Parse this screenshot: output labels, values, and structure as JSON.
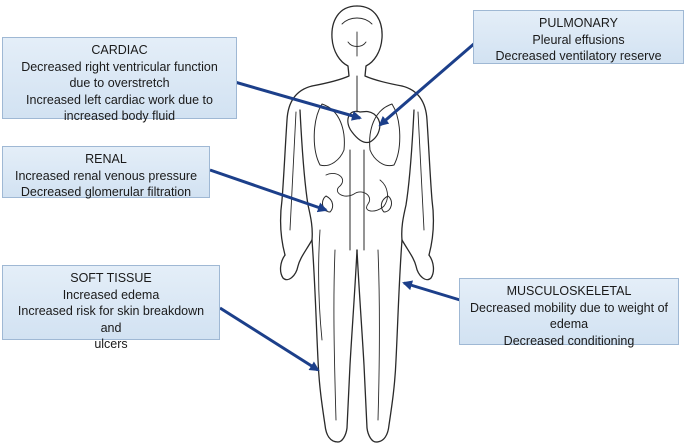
{
  "callouts": {
    "cardiac": {
      "title": "CARDIAC",
      "lines": [
        "Decreased right ventricular function",
        "due to overstretch",
        "Increased left cardiac work due to",
        "increased body fluid"
      ]
    },
    "pulmonary": {
      "title": "PULMONARY",
      "lines": [
        "Pleural effusions",
        "Decreased ventilatory reserve"
      ]
    },
    "renal": {
      "title": "RENAL",
      "lines": [
        "Increased renal venous pressure",
        "Decreased glomerular filtration"
      ]
    },
    "soft_tissue": {
      "title": "SOFT TISSUE",
      "lines": [
        "Increased edema",
        "Increased risk for skin breakdown and",
        "ulcers"
      ]
    },
    "musculoskeletal": {
      "title": "MUSCULOSKELETAL",
      "lines": [
        "Decreased mobility due to weight of",
        "edema",
        "Decreased conditioning"
      ]
    }
  },
  "colors": {
    "box_fill": "#dce8f5",
    "box_border": "#9fb8d4",
    "arrow": "#1c3f8a",
    "figure_stroke": "#2a2a2a"
  }
}
